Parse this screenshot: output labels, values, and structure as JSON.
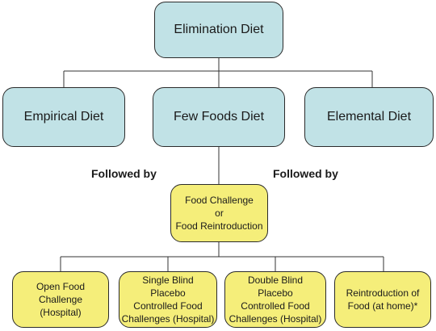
{
  "top": {
    "label": "Elimination Diet"
  },
  "diets": [
    {
      "id": "empirical",
      "label": "Empirical Diet"
    },
    {
      "id": "few-foods",
      "label": "Few Foods Diet"
    },
    {
      "id": "elemental",
      "label": "Elemental Diet"
    }
  ],
  "followed_by": [
    "Followed by",
    "Followed by"
  ],
  "challenge": {
    "lines": [
      "Food Challenge",
      "or",
      "Food Reintroduction"
    ]
  },
  "outcomes": [
    {
      "id": "open",
      "lines": [
        "Open Food",
        "Challenge",
        "(Hospital)"
      ]
    },
    {
      "id": "single-blind",
      "lines": [
        "Single Blind",
        "Placebo",
        "Controlled Food",
        "Challenges (Hospital)"
      ]
    },
    {
      "id": "double-blind",
      "lines": [
        "Double Blind",
        "Placebo",
        "Controlled Food",
        "Challenges (Hospital)"
      ]
    },
    {
      "id": "home",
      "lines": [
        "Reintroduction of",
        "Food (at home)*"
      ]
    }
  ],
  "colors": {
    "teal_fill": "#c1e2e6",
    "yellow_fill": "#f5ee7a",
    "border": "#2b2b2b",
    "line": "#333333"
  }
}
